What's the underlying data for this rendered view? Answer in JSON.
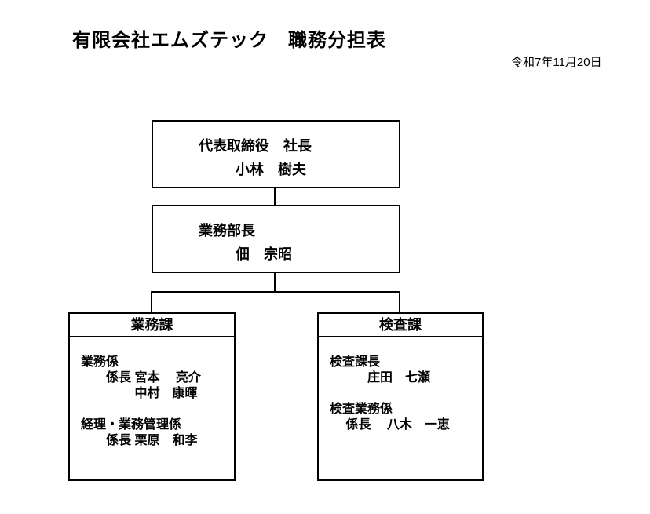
{
  "page": {
    "title": "有限会社エムズテック　職務分担表",
    "date": "令和7年11月20日"
  },
  "org_chart": {
    "president": {
      "title": "代表取締役　社長",
      "name": "小林　樹夫"
    },
    "manager": {
      "title": "業務部長",
      "name": "佃　宗昭"
    },
    "departments": [
      {
        "name": "業務課",
        "lines": [
          "業務係",
          "　　係長 宮本　 亮介",
          "　　　　 中村　康暉",
          "",
          "経理・業務管理係",
          "　　係長 栗原　和李"
        ]
      },
      {
        "name": "検査課",
        "lines": [
          "検査課長",
          "　　　庄田　七瀬",
          "",
          "検査業務係",
          "　 係長　 八木　一恵"
        ]
      }
    ]
  },
  "colors": {
    "background": "#ffffff",
    "text": "#000000",
    "line": "#000000"
  }
}
